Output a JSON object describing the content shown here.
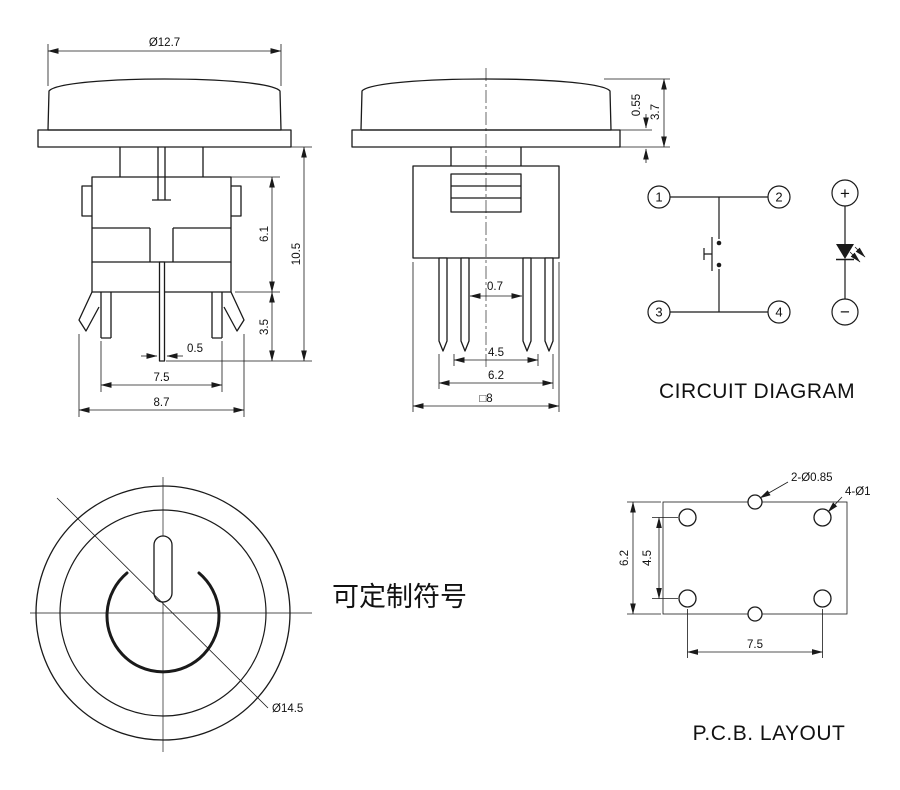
{
  "front_view": {
    "dim_cap_diameter": "Ø12.7",
    "dim_total_height": "10.5",
    "dim_body_height": "6.1",
    "dim_clip_height": "3.5",
    "dim_center_pin_width": "0.5",
    "dim_feet_span": "7.5",
    "dim_clip_span": "8.7"
  },
  "side_view": {
    "dim_flange_thickness": "0.55",
    "dim_cap_height": "3.7",
    "dim_pin_thickness": "0.7",
    "dim_pin_pitch": "4.5",
    "dim_pin_span": "6.2",
    "dim_body_width": "□8"
  },
  "circuit_diagram": {
    "title": "CIRCUIT DIAGRAM",
    "pins": [
      "1",
      "2",
      "3",
      "4"
    ],
    "led_anode": "+",
    "led_cathode": "−"
  },
  "top_view": {
    "note": "可定制符号",
    "dim_cap_diameter": "Ø14.5"
  },
  "pcb_layout": {
    "title": "P.C.B. LAYOUT",
    "dim_led_holes": "2-Ø0.85",
    "dim_pin_holes": "4-Ø1",
    "dim_hole_span_vertical": "6.2",
    "dim_pin_pitch_vertical": "4.5",
    "dim_pin_pitch_horizontal": "7.5"
  }
}
